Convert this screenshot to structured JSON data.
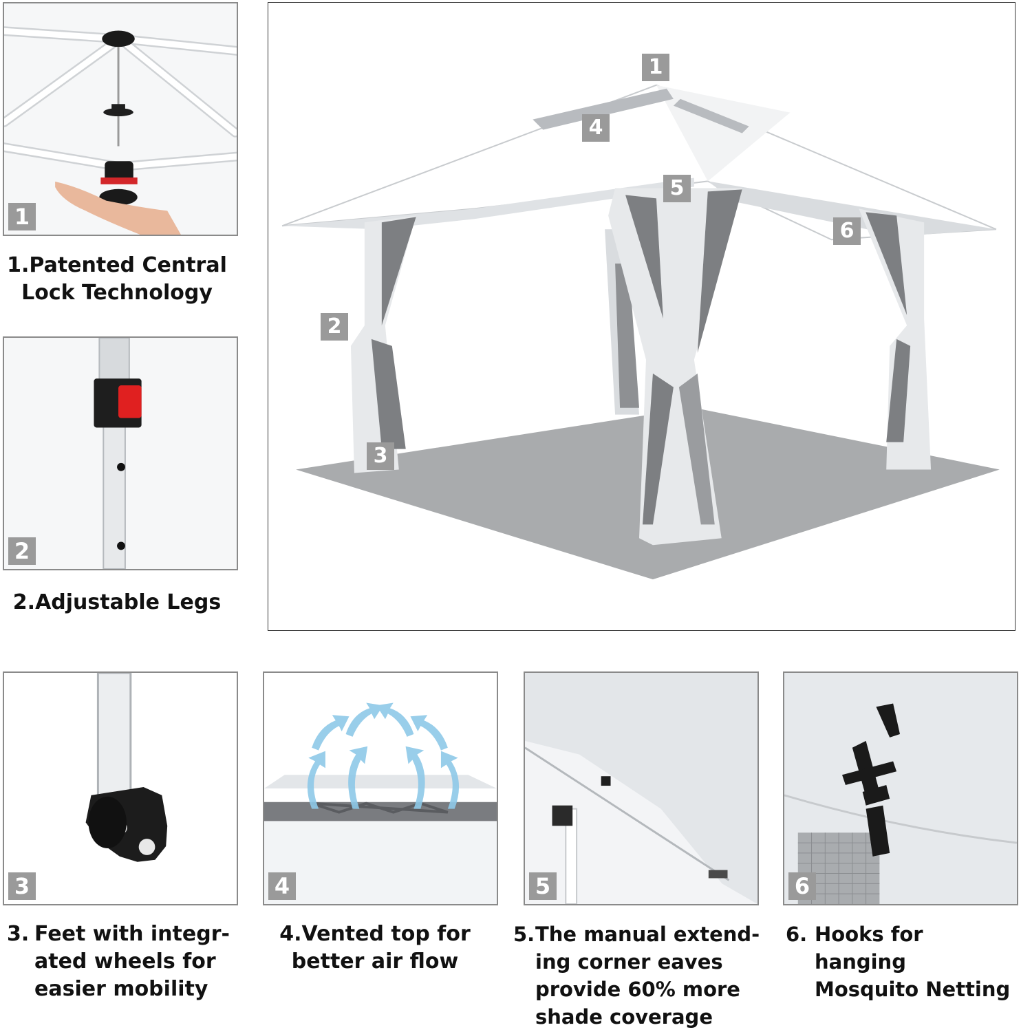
{
  "badges": {
    "b1": "1",
    "b2": "2",
    "b3": "3",
    "b4": "4",
    "b5": "5",
    "b6": "6"
  },
  "callouts": {
    "c1": "1",
    "c2": "2",
    "c3": "3",
    "c4": "4",
    "c5": "5",
    "c6": "6"
  },
  "captions": {
    "c1": {
      "line1": "1.Patented Central",
      "line2": "Lock Technology"
    },
    "c2": {
      "line1": "2.Adjustable Legs"
    },
    "c3": {
      "num": "3.",
      "line1": "Feet with integr-",
      "line2": "ated wheels for",
      "line3": "easier mobility"
    },
    "c4": {
      "line1": "4.Vented top for",
      "line2": "better air flow"
    },
    "c5": {
      "num": "5.",
      "line1": "The manual extend-",
      "line2": "ing corner eaves",
      "line3": "provide 60% more",
      "line4": "shade coverage"
    },
    "c6": {
      "num": "6.",
      "line1": "Hooks for hanging",
      "line2": "Mosquito Netting"
    }
  },
  "colors": {
    "frame": "#f0f0f0",
    "fabric": "#e6e8ea",
    "mesh": "#7d7f82",
    "lock_red": "#e02020",
    "arrow_blue": "#8ec9e8",
    "badge_gray": "#9a9a9a"
  }
}
